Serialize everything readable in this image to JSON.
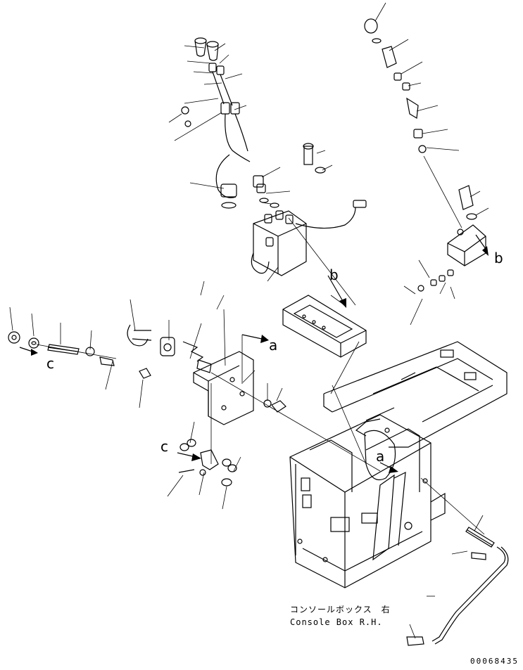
{
  "diagram": {
    "view_labels": [
      "a",
      "b",
      "c"
    ],
    "caption_jp": "コンソールボックス　右",
    "caption_en": "Console Box R.H.",
    "drawing_number": "00068435"
  },
  "colors": {
    "ink": "#000000",
    "background": "#ffffff"
  }
}
